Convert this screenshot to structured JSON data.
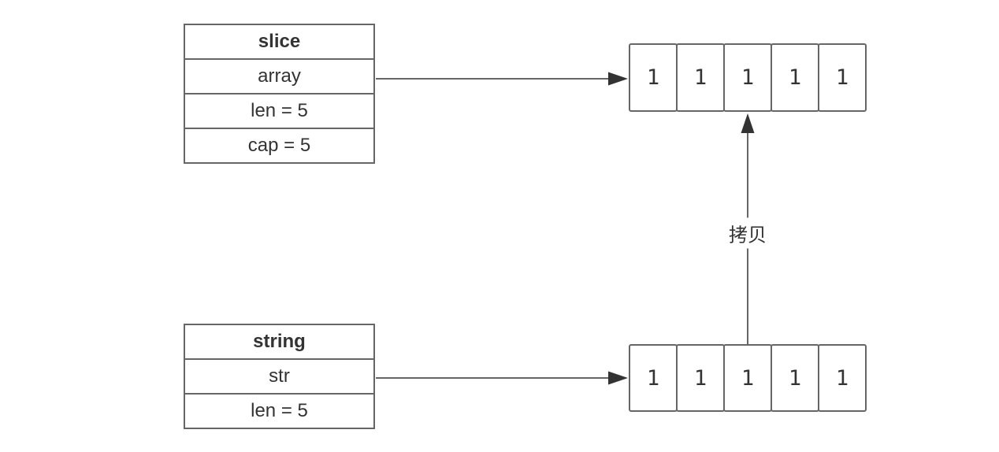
{
  "structs": {
    "slice": {
      "title": "slice",
      "rows": [
        "array",
        "len = 5",
        "cap = 5"
      ]
    },
    "string": {
      "title": "string",
      "rows": [
        "str",
        "len = 5"
      ]
    }
  },
  "arrays": {
    "top": {
      "cells": [
        "1",
        "1",
        "1",
        "1",
        "1"
      ]
    },
    "bottom": {
      "cells": [
        "1",
        "1",
        "1",
        "1",
        "1"
      ]
    }
  },
  "arrow_label": "拷贝",
  "colors": {
    "stroke": "#666666",
    "arrowhead": "#333333",
    "text": "#333333",
    "canvas": "#ffffff"
  }
}
